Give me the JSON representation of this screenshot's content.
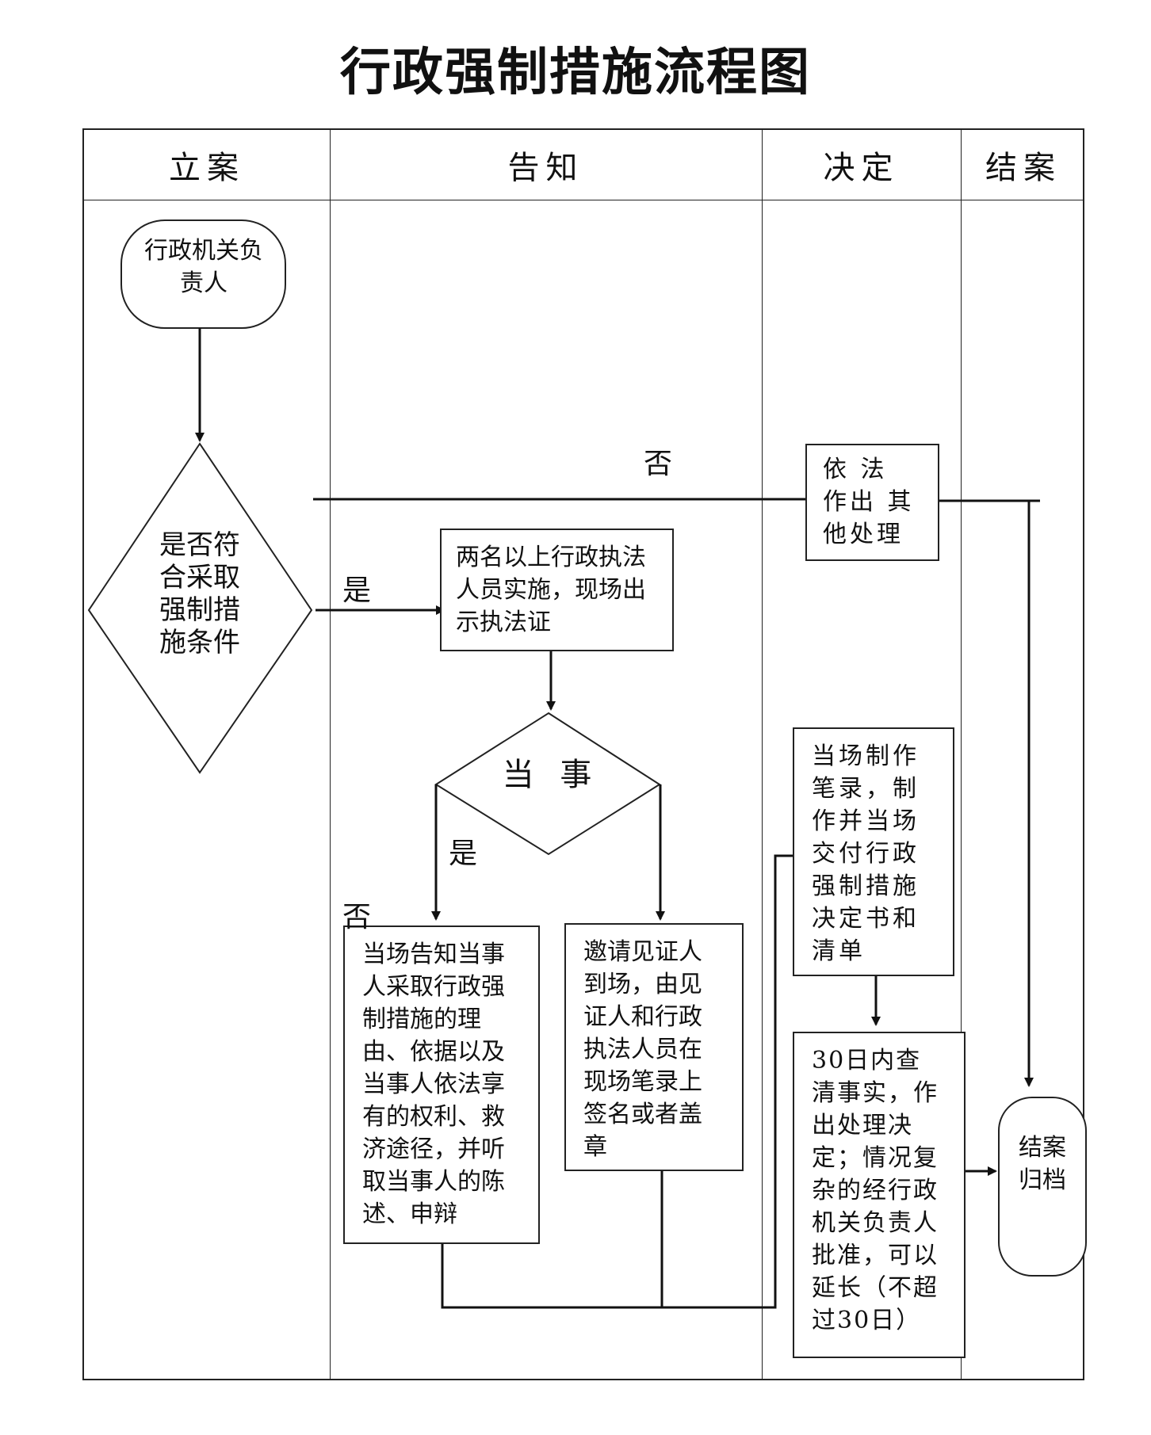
{
  "title": "行政强制措施流程图",
  "lanes": [
    "立案",
    "告知",
    "决定",
    "结案"
  ],
  "nodes": {
    "start": "行政机关负责人",
    "condition": "是否符合采取强制措施条件",
    "enforce": "两名以上行政执法人员实施，现场出示执法证",
    "party_present": "当 事",
    "other_handling": "依 法 作出 其 他处理",
    "notify": "当场告知当事人采取行政强制措施的理由、依据以及当事人依法享有的权利、救济途径，并听取当事人的陈述、申辩",
    "witness": "邀请见证人到场，由见证人和行政执法人员在现场笔录上签名或者盖章",
    "record": "当场制作笔录，制作并当场交付行政强制措施决定书和清单",
    "decision": "30日内查清事实，作出处理决定；情况复杂的经行政机关负责人批准，可以延长（不超过30日）",
    "archive": "结案归档"
  },
  "edge_labels": {
    "no_top": "否",
    "yes_left": "是",
    "yes_mid": "是",
    "no_mid": "否"
  }
}
